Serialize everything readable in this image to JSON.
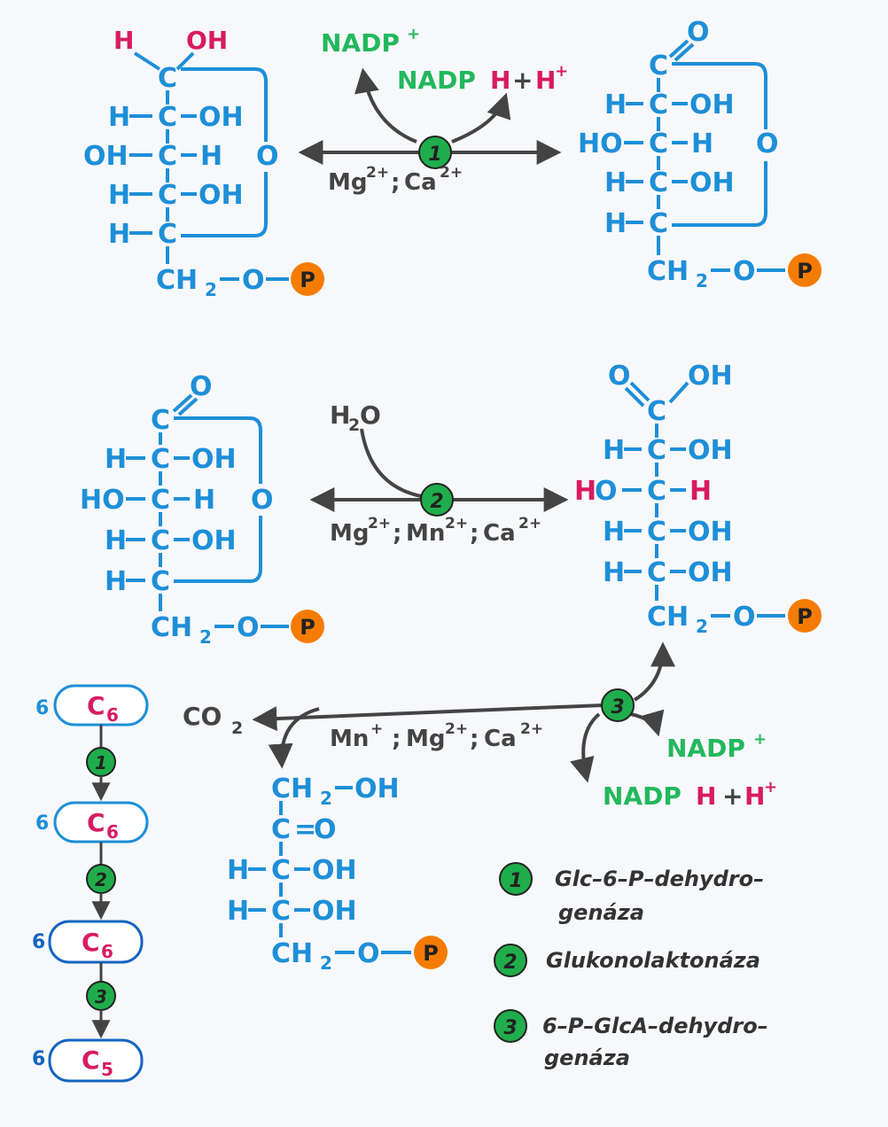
{
  "colors": {
    "blue": "#1d8fd8",
    "navy": "#1565c0",
    "pink": "#d81b60",
    "green": "#22b85c",
    "orange": "#f57c00",
    "dark": "#444444",
    "enzyme_green": "#1fae4b"
  },
  "phosphate": "P",
  "enzyme_numbers": [
    "1",
    "2",
    "3"
  ],
  "bond_symbols": {
    "dash": "–",
    "double": "="
  },
  "atoms": {
    "H": "H",
    "OH": "OH",
    "HO": "HO",
    "O": "O",
    "C": "C",
    "CH": "CH",
    "sub2": "2"
  },
  "reaction1": {
    "cofactor_in": "NADP",
    "cofactor_out_a": "NADP",
    "cofactor_out_b": "H",
    "plus": "+",
    "proton": "H",
    "sup_plus": "+",
    "ions": [
      "Mg",
      "Ca"
    ],
    "ion_charge": "2+",
    "sep": ";"
  },
  "reaction2": {
    "water": "H",
    "water_o": "O",
    "ions": [
      "Mg",
      "Mn",
      "Ca"
    ],
    "ion_charge": "2+",
    "sep": ";"
  },
  "reaction3": {
    "co2": "CO",
    "co2_sub": "2",
    "ions": [
      "Mn",
      "Mg",
      "Ca"
    ],
    "mn_charge": "+",
    "ion_charge": "2+",
    "sep": ";",
    "cofactor_in": "NADP",
    "cofactor_out_a": "NADP",
    "cofactor_out_b": "H",
    "plus": "+",
    "proton": "H",
    "sup_plus": "+"
  },
  "scheme": {
    "count": "6",
    "boxes": [
      {
        "label": "C",
        "sub": "6"
      },
      {
        "label": "C",
        "sub": "6"
      },
      {
        "label": "C",
        "sub": "6"
      },
      {
        "label": "C",
        "sub": "5"
      }
    ]
  },
  "legend": [
    {
      "num": "1",
      "line1": "Glc–6–P–dehydro–",
      "line2": "genáza"
    },
    {
      "num": "2",
      "line1": "Glukonolaktonáza",
      "line2": ""
    },
    {
      "num": "3",
      "line1": "6–P–GlcA–dehydro–",
      "line2": "genáza"
    }
  ]
}
